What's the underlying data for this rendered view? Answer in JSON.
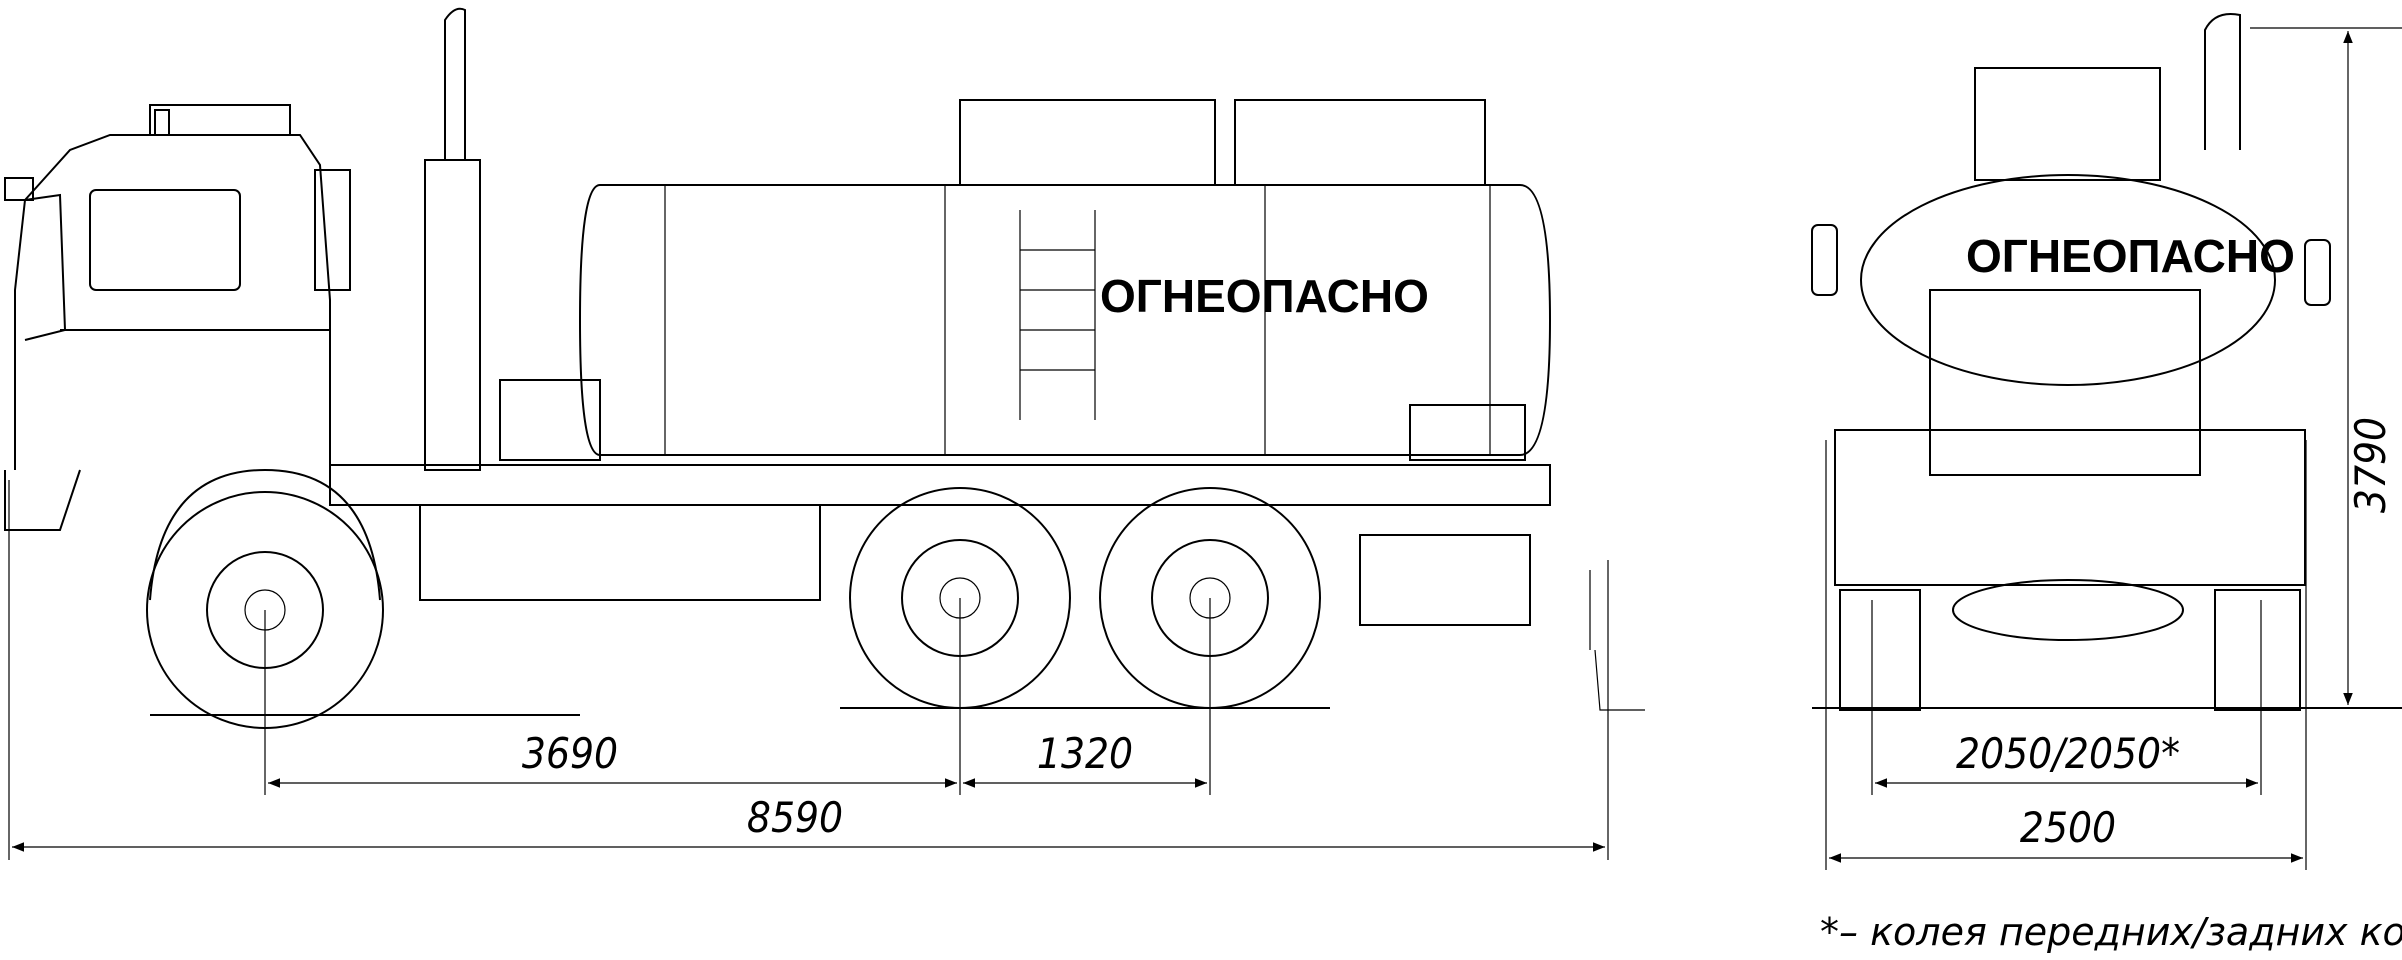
{
  "side_view": {
    "warning_label": "ОГНЕОПАСНО",
    "dimensions": {
      "wheelbase_front": "3690",
      "wheelbase_rear": "1320",
      "overall_length": "8590"
    }
  },
  "rear_view": {
    "warning_label": "ОГНЕОПАСНО",
    "dimensions": {
      "track": "2050/2050*",
      "overall_width": "2500",
      "overall_height": "3790"
    }
  },
  "footnote": "*– колея передних/задних колес"
}
